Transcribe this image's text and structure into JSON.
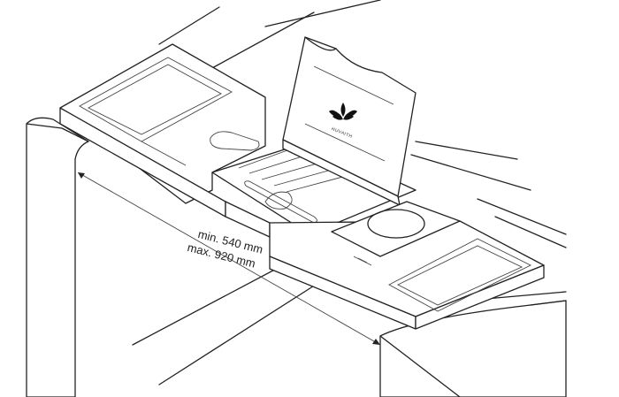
{
  "dimensions": {
    "min_label": "min. 540 mm",
    "max_label": "max. 920 mm"
  },
  "brand": {
    "logo_icon": "lotus-flower-icon",
    "logo_text": "HUVAITH"
  },
  "colors": {
    "line": "#222222",
    "background": "#ffffff"
  }
}
